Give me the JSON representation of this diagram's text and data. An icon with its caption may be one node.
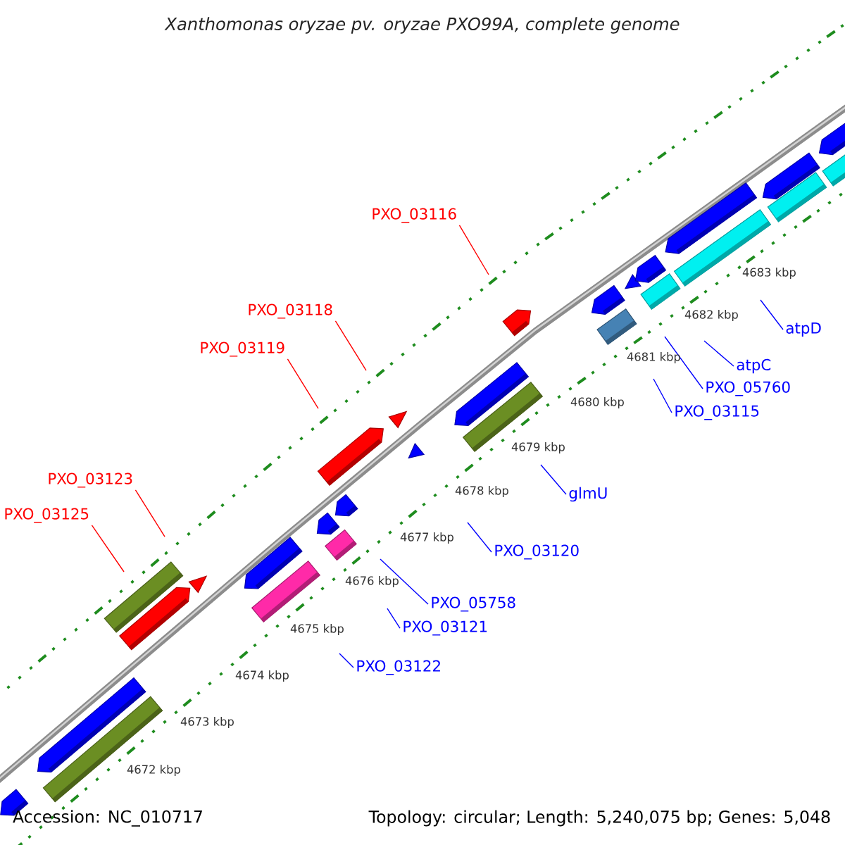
{
  "diagram": {
    "title": "Xanthomonas oryzae pv. oryzae PXO99A, complete genome",
    "nodes": [
      {
        "text": [
          "PXO_03116"
        ]
      },
      {
        "text": [
          "PXO_03118"
        ]
      },
      {
        "text": [
          "atpD"
        ]
      },
      {
        "text": [
          "PXO_03119"
        ]
      },
      {
        "text": [
          "atpC"
        ]
      },
      {
        "text": [
          "PXO_05760"
        ]
      },
      {
        "text": [
          "PXO_03115"
        ]
      },
      {
        "text": [
          "PXO_03123"
        ]
      },
      {
        "text": [
          "glmU"
        ]
      },
      {
        "text": [
          "PXO_03125"
        ]
      },
      {
        "text": [
          "PXO_03120"
        ]
      },
      {
        "text": [
          "PXO_05758"
        ]
      },
      {
        "text": [
          "PXO_03121"
        ]
      },
      {
        "text": [
          "PXO_03122"
        ]
      }
    ],
    "edges": [
      {
        "from": 0,
        "to": null,
        "arrow": "none",
        "color": "#ff0000"
      },
      {
        "from": 1,
        "to": null,
        "arrow": "none",
        "color": "#ff0000"
      },
      {
        "from": 2,
        "to": null,
        "arrow": "none"
      },
      {
        "from": 3,
        "to": null,
        "arrow": "none",
        "color": "#ff0000"
      },
      {
        "from": 4,
        "to": null,
        "arrow": "none"
      },
      {
        "from": 5,
        "to": null,
        "arrow": "none"
      },
      {
        "from": 6,
        "to": null,
        "arrow": "none"
      },
      {
        "from": 7,
        "to": null,
        "arrow": "none",
        "color": "#ff0000"
      },
      {
        "from": 8,
        "to": null,
        "arrow": "none"
      },
      {
        "from": 9,
        "to": null,
        "arrow": "none",
        "color": "#ff0000"
      },
      {
        "from": 10,
        "to": null,
        "arrow": "none"
      },
      {
        "from": 11,
        "to": null,
        "arrow": "none"
      },
      {
        "from": 12,
        "to": null,
        "arrow": "none"
      },
      {
        "from": 13,
        "to": null,
        "arrow": "none"
      }
    ],
    "labels": [
      "4683 kbp",
      "4682 kbp",
      "4681 kbp",
      "4680 kbp",
      "4679 kbp",
      "4678 kbp",
      "4677 kbp",
      "4676 kbp",
      "4675 kbp",
      "4674 kbp",
      "4673 kbp",
      "4672 kbp",
      "Accession: NC_010717",
      "Topology: circular; Length: 5,240,075 bp; Genes: 5,048"
    ]
  }
}
